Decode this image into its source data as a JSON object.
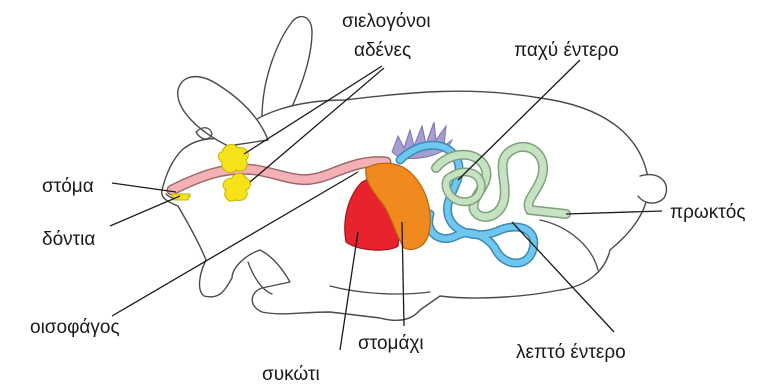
{
  "labels": {
    "salivary_glands_line1": "σιελογόνοι",
    "salivary_glands_line2": "αδένες",
    "large_intestine": "παχύ έντερο",
    "mouth": "στόμα",
    "teeth": "δόντια",
    "anus": "πρωκτός",
    "esophagus": "οισοφάγος",
    "stomach": "στομάχι",
    "small_intestine": "λεπτό έντερο",
    "liver": "συκώτι"
  },
  "colors": {
    "esophagus": "#f4b0b5",
    "salivary_glands": "#f5e219",
    "liver": "#e8232d",
    "stomach": "#f18a1e",
    "large_intestine": "#c6e2c3",
    "small_intestine": "#6fc6ee",
    "caecum_appendix": "#a69ed0",
    "outline": "#4a4a4a"
  }
}
